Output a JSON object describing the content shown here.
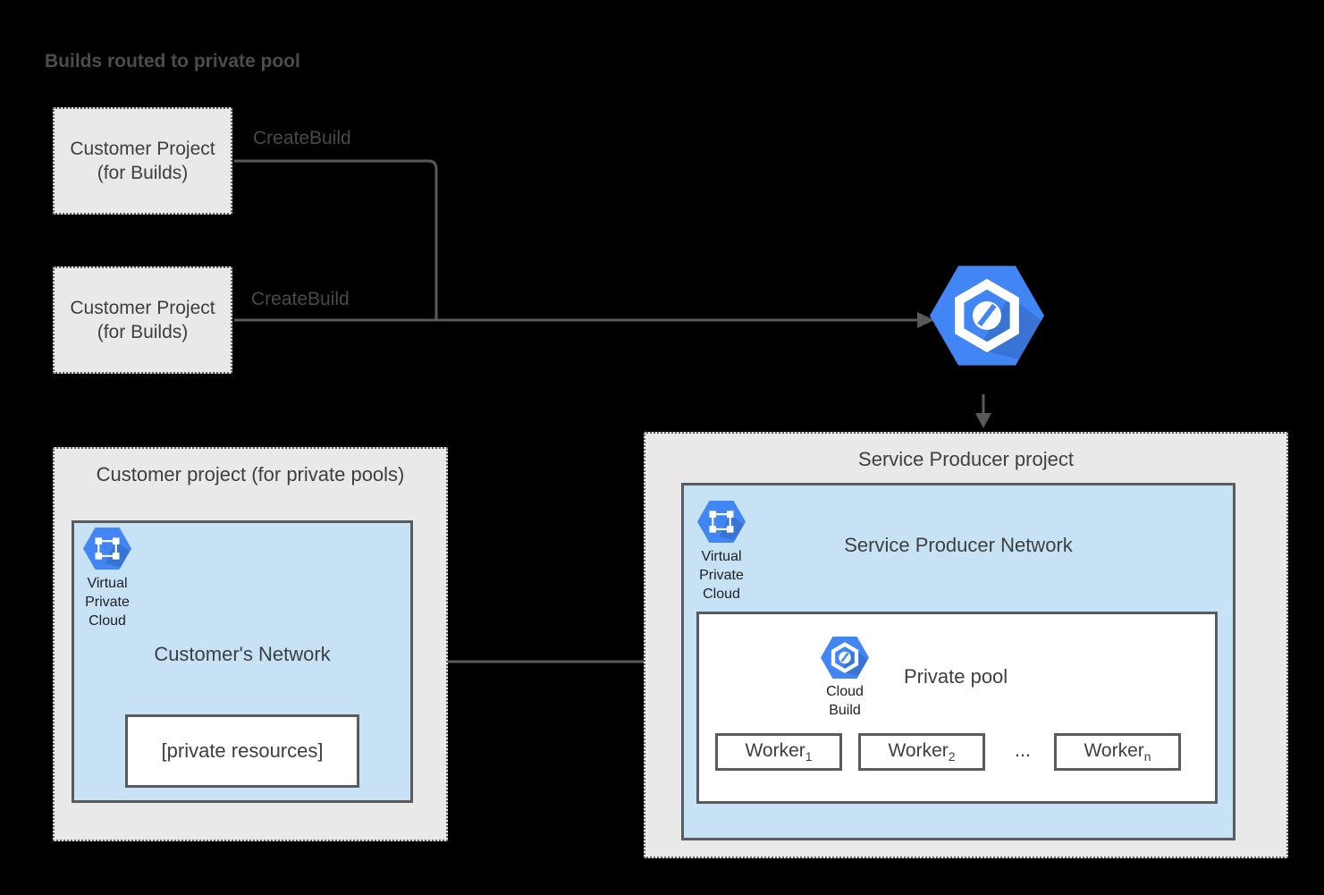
{
  "title": "Builds routed to private pool",
  "top_flow": {
    "customer_project_1": {
      "line1": "Customer Project",
      "line2": "(for Builds)"
    },
    "customer_project_2": {
      "line1": "Customer Project",
      "line2": "(for Builds)"
    },
    "create_build_label_1": "CreateBuild",
    "create_build_label_2": "CreateBuild",
    "cloud_build_icon": "cloud-build"
  },
  "left_container": {
    "title": "Customer project (for private pools)",
    "vpc_icon": "virtual-private-cloud",
    "vpc_label": [
      "Virtual",
      "Private",
      "Cloud"
    ],
    "network_label": "Customer's Network",
    "private_resources_label": "[private resources]"
  },
  "right_container": {
    "title": "Service Producer project",
    "vpc_icon": "virtual-private-cloud",
    "vpc_label": [
      "Virtual",
      "Private",
      "Cloud"
    ],
    "network_label": "Service Producer Network",
    "private_pool": {
      "label": "Private pool",
      "cloud_build_icon": "cloud-build",
      "cloud_build_label": [
        "Cloud",
        "Build"
      ],
      "ellipsis": "...",
      "workers": [
        {
          "base": "Worker",
          "sub": "1"
        },
        {
          "base": "Worker",
          "sub": "2"
        },
        {
          "base": "Worker",
          "sub": "n"
        }
      ]
    }
  },
  "colors": {
    "background": "#000000",
    "container_gray": "#e9e9e9",
    "network_blue": "#c7e2f4",
    "icon_blue": "#4285f4",
    "icon_shadow": "rgba(0,0,0,0.15)",
    "line_gray": "#595959",
    "solid_border": "#595c5f",
    "text_dark": "#3c4043",
    "text_on_black": "#47494c"
  }
}
